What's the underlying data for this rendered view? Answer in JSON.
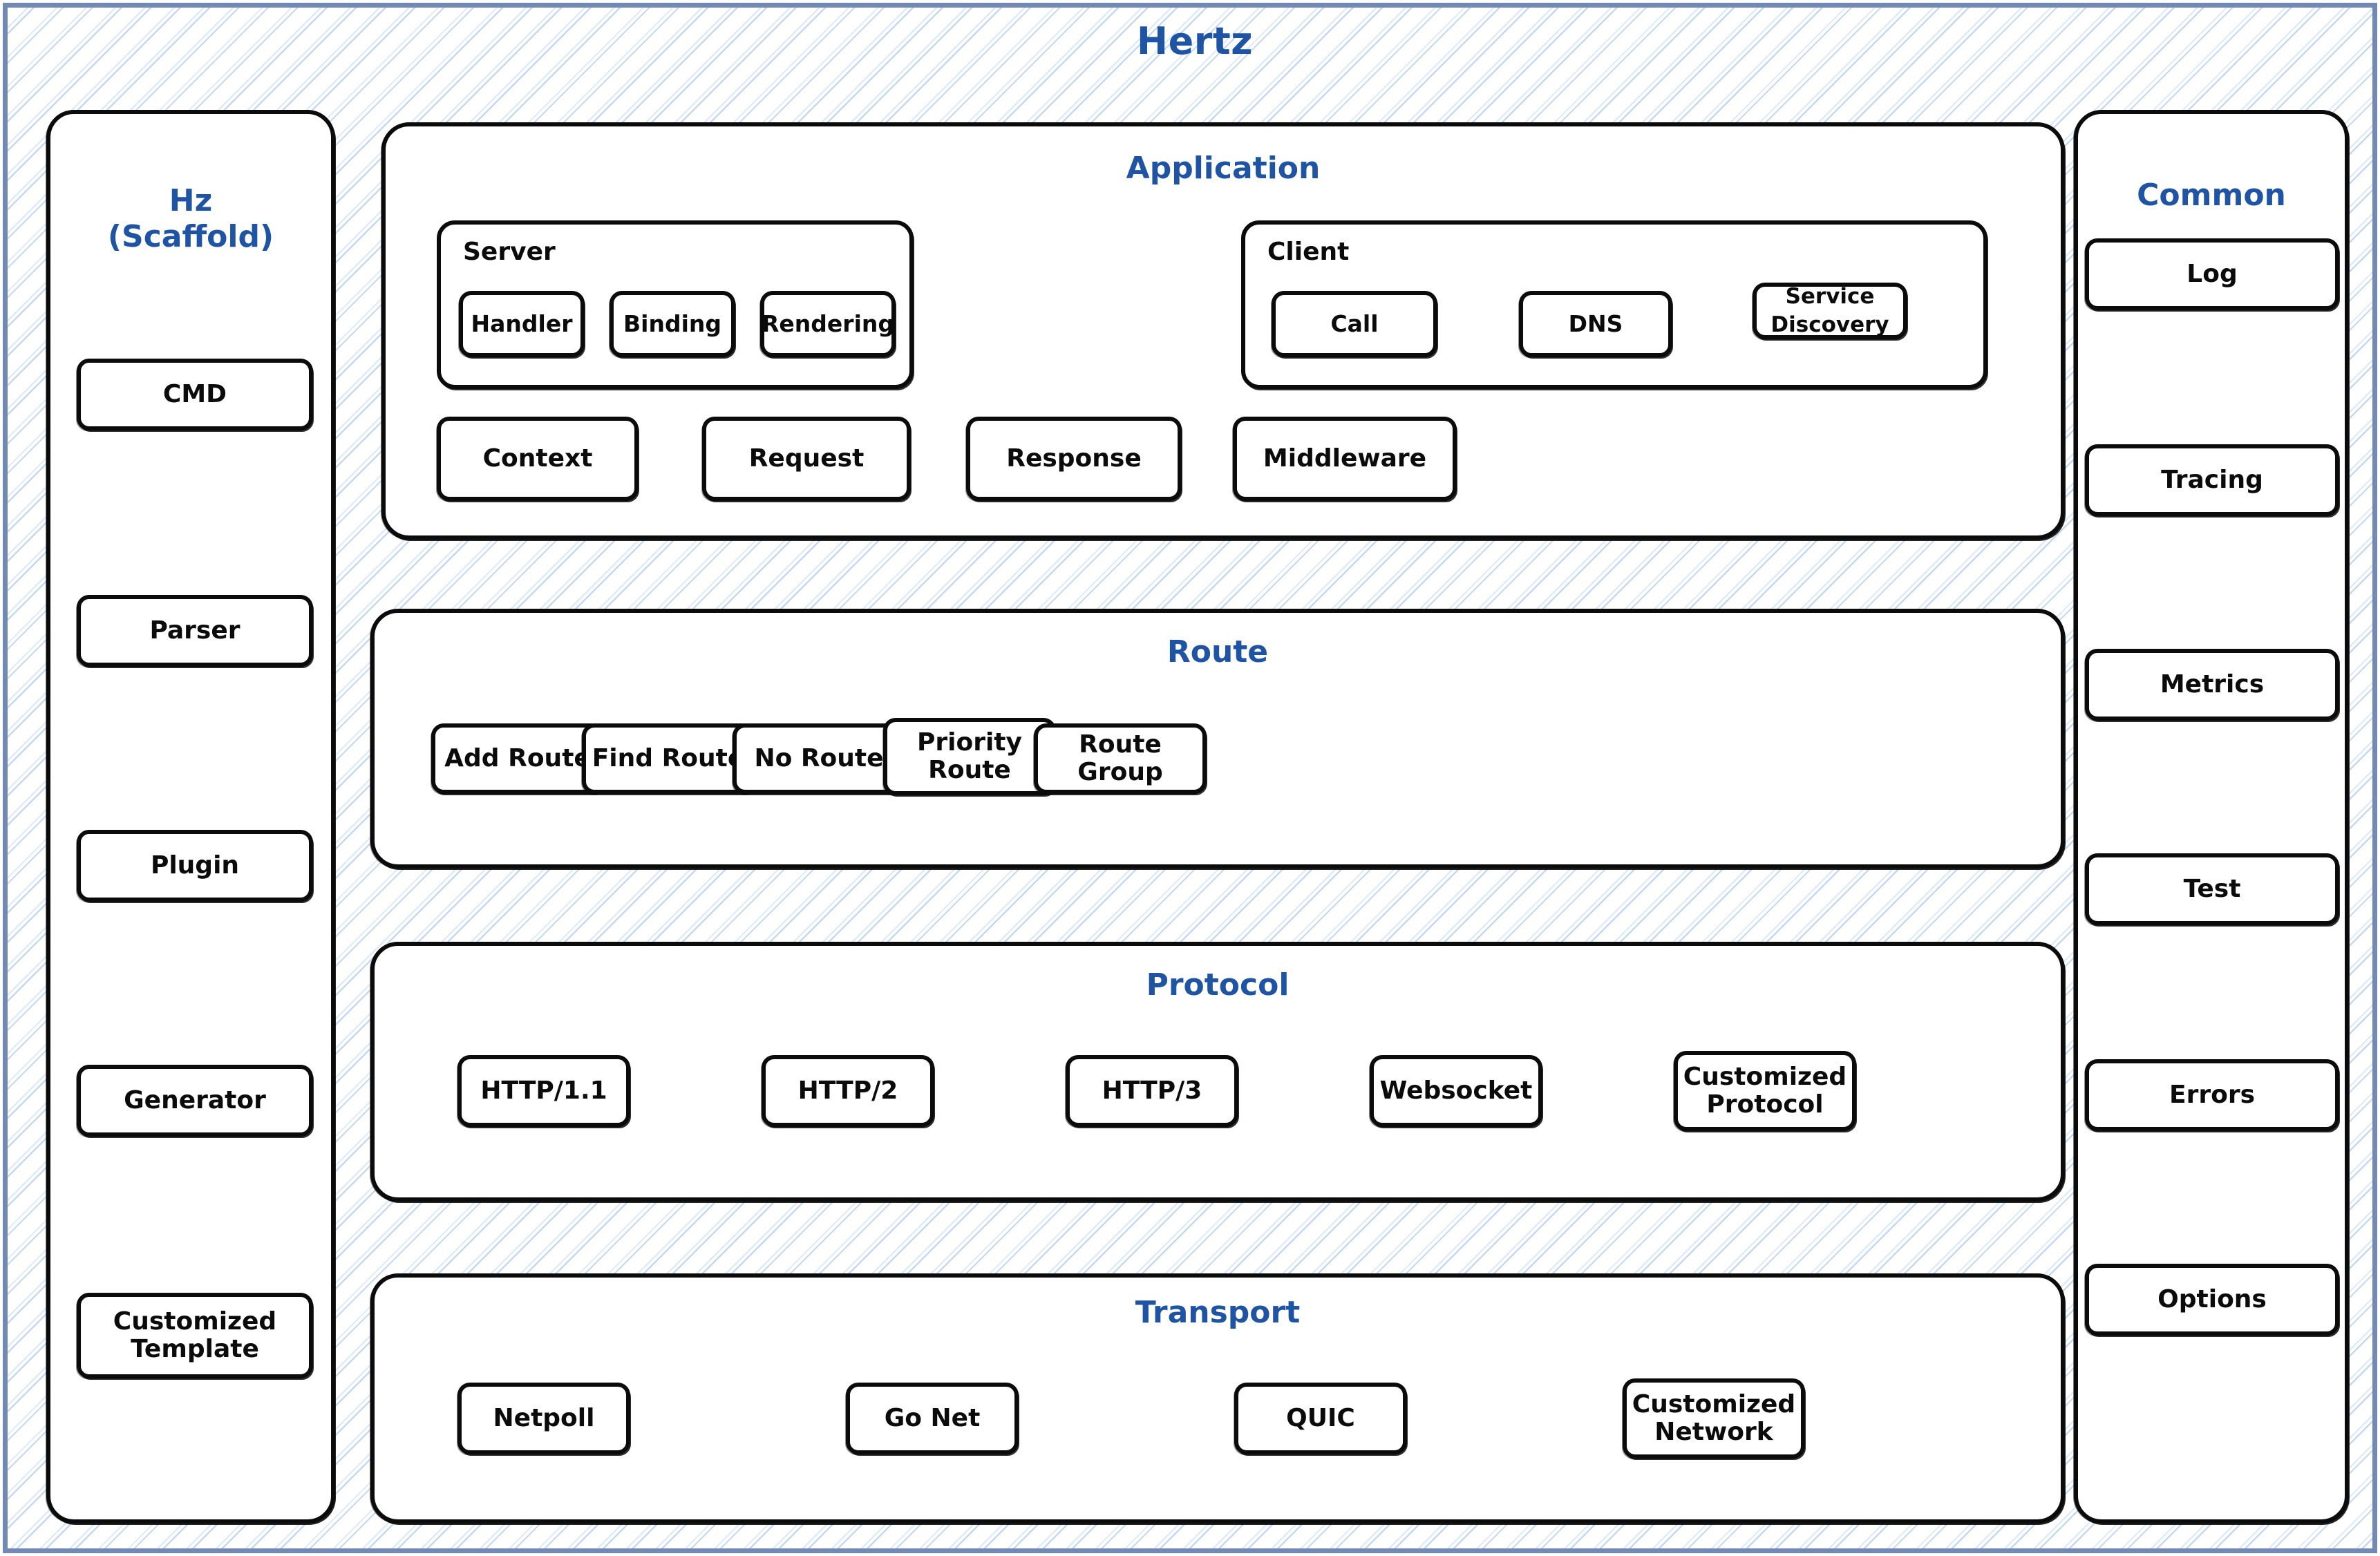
{
  "diagram": {
    "title": "Hertz",
    "accent_color": "#1f53a4",
    "frame_border_color": "#7189b4",
    "hatch_color": "#b2cdf3",
    "node_border_color": "#0b0b0b"
  },
  "scaffold": {
    "title": "Hz\n(Scaffold)",
    "items": [
      {
        "label": "CMD"
      },
      {
        "label": "Parser"
      },
      {
        "label": "Plugin"
      },
      {
        "label": "Generator"
      },
      {
        "label": "Customized\nTemplate"
      }
    ]
  },
  "application": {
    "title": "Application",
    "server": {
      "label": "Server",
      "items": [
        {
          "label": "Handler"
        },
        {
          "label": "Binding"
        },
        {
          "label": "Rendering"
        }
      ]
    },
    "client": {
      "label": "Client",
      "items": [
        {
          "label": "Call"
        },
        {
          "label": "DNS"
        },
        {
          "label": "Service\nDiscovery"
        }
      ]
    },
    "shared": [
      {
        "label": "Context"
      },
      {
        "label": "Request"
      },
      {
        "label": "Response"
      },
      {
        "label": "Middleware"
      }
    ]
  },
  "route": {
    "title": "Route",
    "items": [
      {
        "label": "Add Route"
      },
      {
        "label": "Find Route"
      },
      {
        "label": "No Route"
      },
      {
        "label": "Priority\nRoute"
      },
      {
        "label": "Route Group"
      }
    ]
  },
  "protocol": {
    "title": "Protocol",
    "items": [
      {
        "label": "HTTP/1.1"
      },
      {
        "label": "HTTP/2"
      },
      {
        "label": "HTTP/3"
      },
      {
        "label": "Websocket"
      },
      {
        "label": "Customized\nProtocol"
      }
    ]
  },
  "transport": {
    "title": "Transport",
    "items": [
      {
        "label": "Netpoll"
      },
      {
        "label": "Go Net"
      },
      {
        "label": "QUIC"
      },
      {
        "label": "Customized\nNetwork"
      }
    ]
  },
  "common": {
    "title": "Common",
    "items": [
      {
        "label": "Log"
      },
      {
        "label": "Tracing"
      },
      {
        "label": "Metrics"
      },
      {
        "label": "Test"
      },
      {
        "label": "Errors"
      },
      {
        "label": "Options"
      }
    ]
  }
}
